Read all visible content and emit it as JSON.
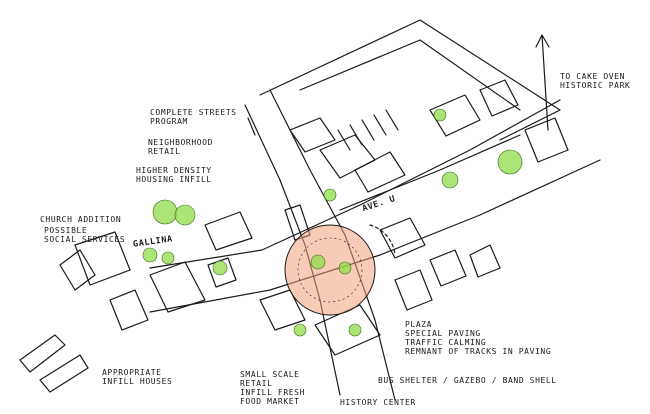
{
  "labels": {
    "to_cake_oven": [
      "TO CAKE OVEN",
      "HISTORIC PARK"
    ],
    "complete_streets": [
      "COMPLETE STREETS",
      "PROGRAM"
    ],
    "neighborhood_retail": [
      "NEIGHBORHOOD",
      "RETAIL"
    ],
    "higher_density": [
      "HIGHER DENSITY",
      "HOUSING INFILL"
    ],
    "church_addition": [
      "CHURCH ADDITION"
    ],
    "possible_social": [
      "POSSIBLE",
      "SOCIAL SERVICES"
    ],
    "gallina": "GALLINA",
    "ave_u": "AVE. U",
    "plaza": [
      "PLAZA",
      "SPECIAL PAVING",
      "TRAFFIC CALMING",
      "REMNANT OF TRACKS IN PAVING"
    ],
    "appropriate_infill": [
      "APPROPRIATE",
      "INFILL HOUSES"
    ],
    "small_scale": [
      "SMALL SCALE",
      "RETAIL",
      "INFILL FRESH",
      "FOOD MARKET"
    ],
    "bus_shelter": "BUS SHELTER / GAZEBO / BAND SHELL",
    "history_center": "HISTORY CENTER"
  },
  "colors": {
    "ink": "#1a1a1a",
    "tree_green": "#8fdc4a",
    "plaza_orange": "#f2a07a"
  }
}
